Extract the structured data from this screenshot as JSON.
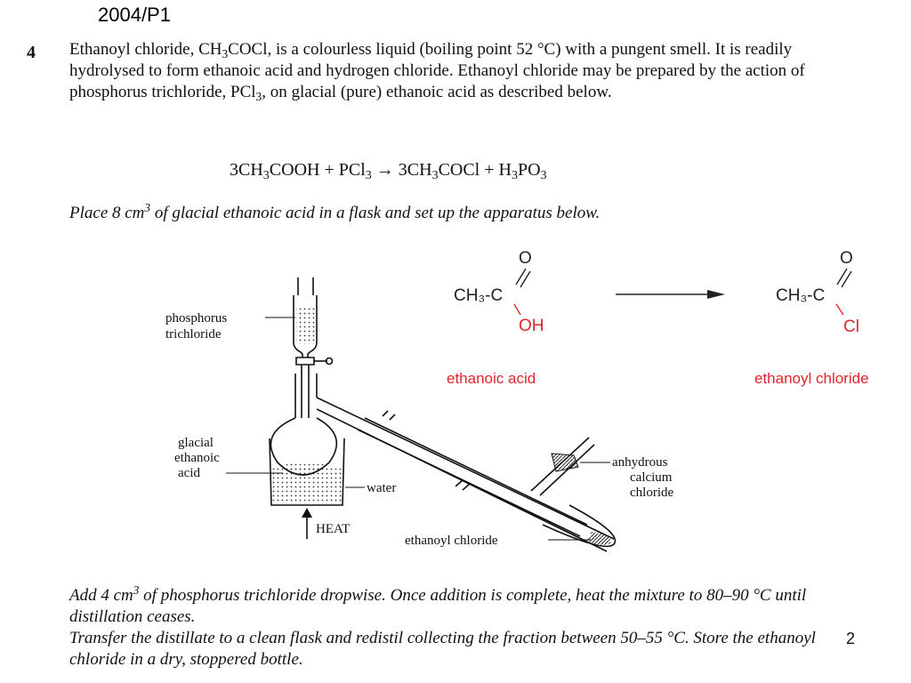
{
  "header": {
    "code": "2004/P1"
  },
  "question": {
    "number": "4",
    "intro": [
      {
        "t": "Ethanoyl chloride, CH"
      },
      {
        "sub": "3"
      },
      {
        "t": "COCl, is a colourless liquid (boiling point 52 °C) with a pungent smell. It is readily hydrolysed to form ethanoic acid and hydrogen chloride. Ethanoyl chloride may be prepared by the action of phosphorus trichloride, PCl"
      },
      {
        "sub": "3"
      },
      {
        "t": ", on glacial (pure) ethanoic acid as described below."
      }
    ],
    "equation": [
      {
        "t": "3CH"
      },
      {
        "sub": "3"
      },
      {
        "t": "COOH + PCl"
      },
      {
        "sub": "3"
      },
      {
        "t": " → 3CH"
      },
      {
        "sub": "3"
      },
      {
        "t": "COCl + H"
      },
      {
        "sub": "3"
      },
      {
        "t": "PO"
      },
      {
        "sub": "3"
      }
    ],
    "instruction_1": [
      {
        "t": "Place 8 cm"
      },
      {
        "sup": "3"
      },
      {
        "t": " of glacial ethanoic acid in a flask and set up the apparatus below."
      }
    ],
    "instruction_2": [
      {
        "t": "Add 4 cm"
      },
      {
        "sup": "3"
      },
      {
        "t": " of phosphorus trichloride dropwise. Once addition is complete, heat the mixture to 80–90 °C until distillation ceases."
      },
      {
        "br": true
      },
      {
        "t": "Transfer the distillate to a clean flask and redistil collecting the fraction between 50–55 °C. Store the ethanoyl chloride in a dry, stoppered bottle."
      }
    ]
  },
  "diagram": {
    "label_pcl3_line1": "phosphorus",
    "label_pcl3_line2": "trichloride",
    "label_acid_line1": "glacial",
    "label_acid_line2": "ethanoic",
    "label_acid_line3": "acid",
    "label_water": "water",
    "label_heat": "HEAT",
    "label_product": "ethanoyl chloride",
    "label_drying_line1": "anhydrous",
    "label_drying_line2": "calcium",
    "label_drying_line3": "chloride"
  },
  "reaction_scheme": {
    "left_ch3": "CH₃-C",
    "left_o": "O",
    "left_oh": "OH",
    "left_name": "ethanoic acid",
    "right_ch3": "CH₃-C",
    "right_o": "O",
    "right_cl": "Cl",
    "right_name": "ethanoyl chloride",
    "accent_color": "#e0262b"
  },
  "footer": {
    "page_number": "2"
  }
}
